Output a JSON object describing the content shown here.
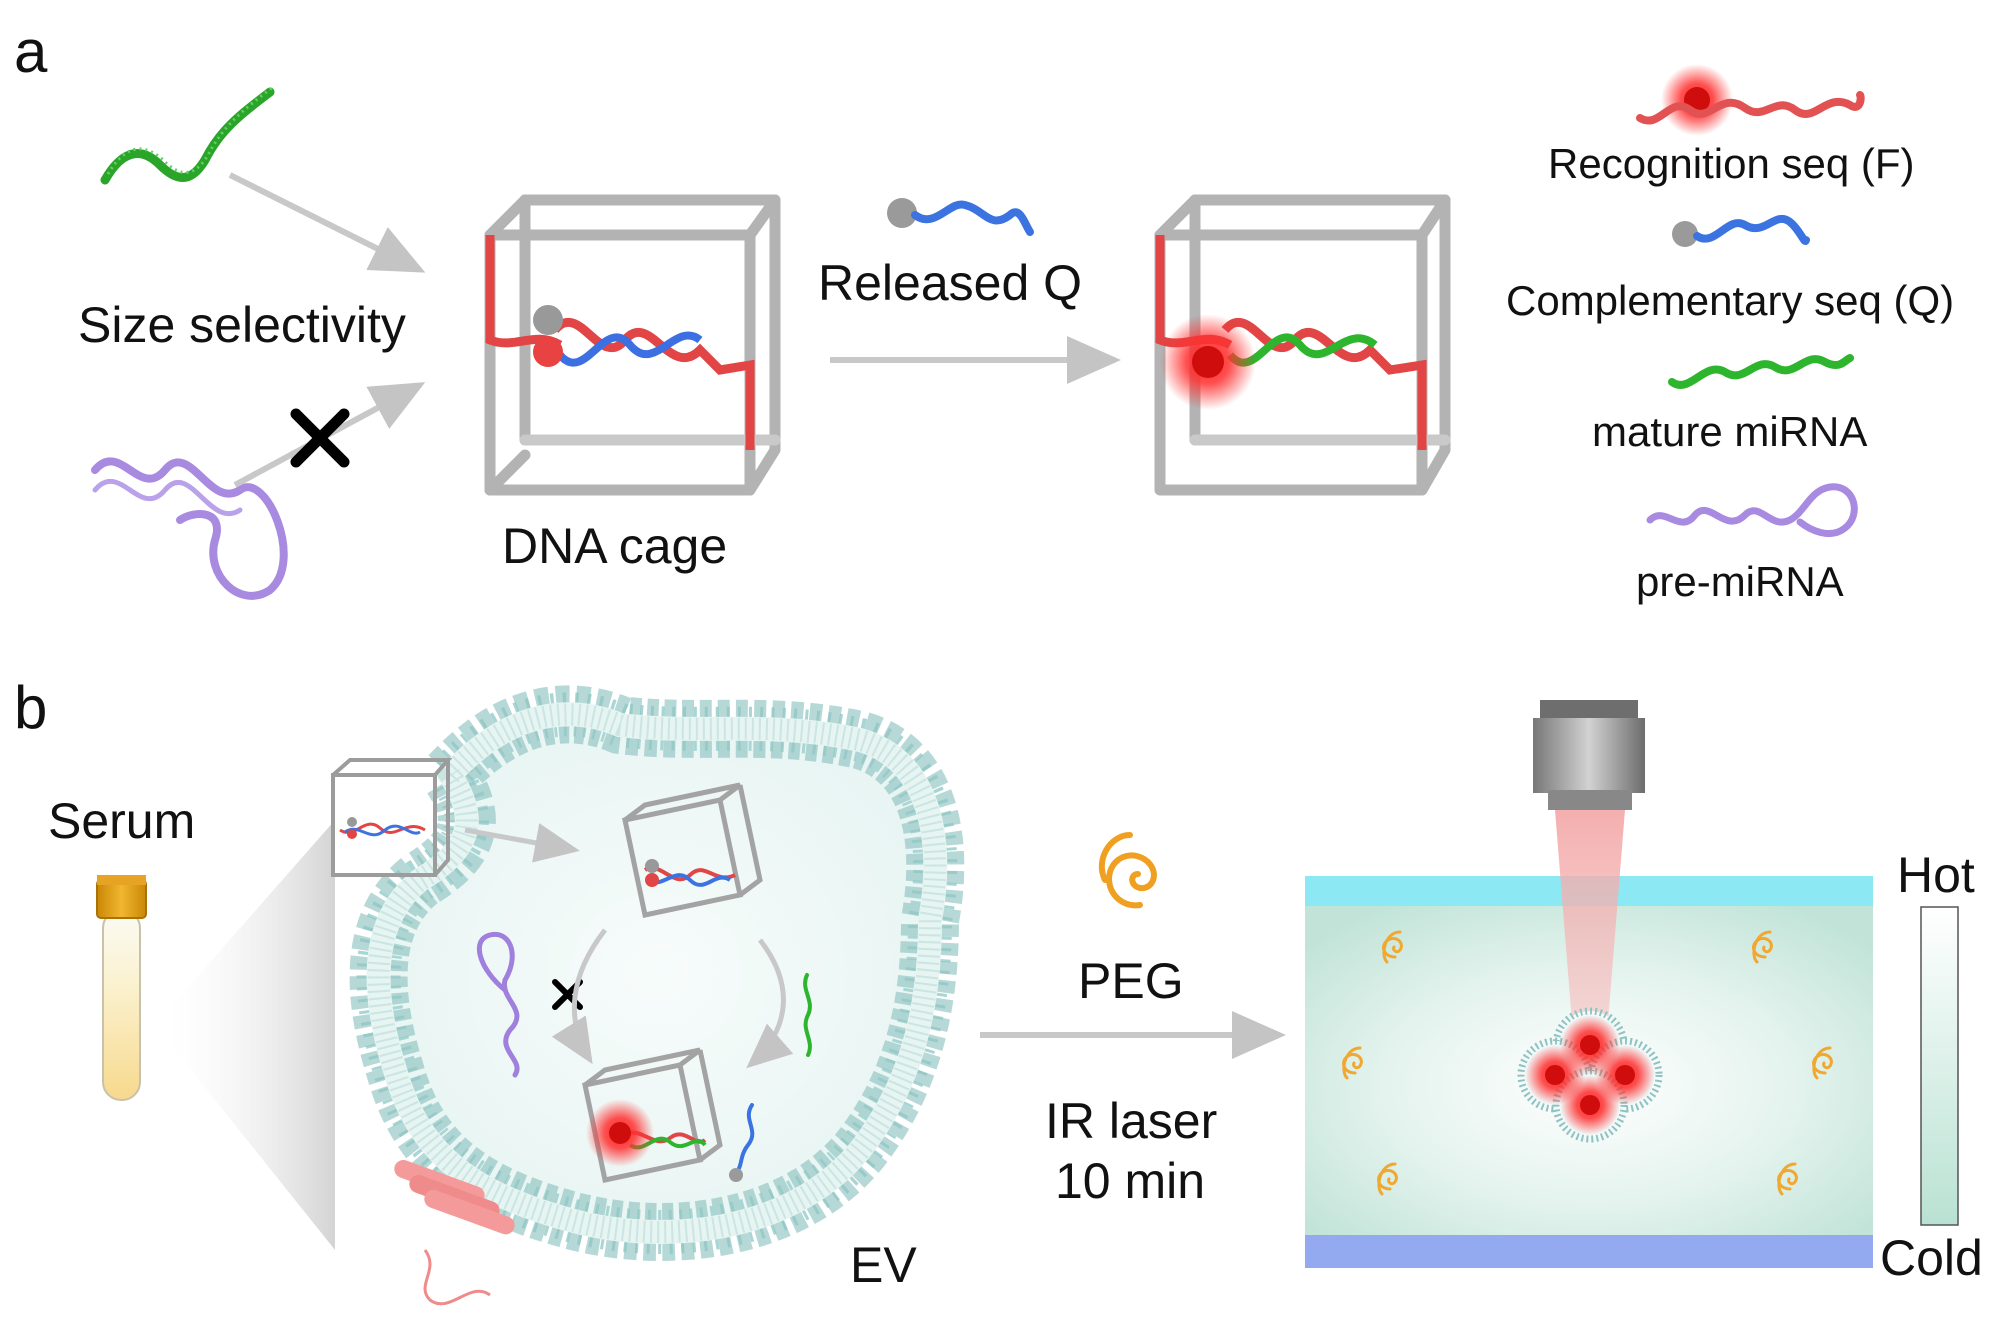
{
  "panels": {
    "a": {
      "letter": "a",
      "size_selectivity": "Size selectivity",
      "cage_label": "DNA cage",
      "released_label": "Released Q",
      "legend": [
        {
          "label": "Recognition seq (F)",
          "icon": "red-strand-with-fluorophore-icon",
          "color": "#e84a4a"
        },
        {
          "label": "Complementary seq (Q)",
          "icon": "blue-strand-with-quencher-icon",
          "color": "#3a73e0"
        },
        {
          "label": "mature miRNA",
          "icon": "green-strand-icon",
          "color": "#33b433"
        },
        {
          "label": "pre-miRNA",
          "icon": "purple-hairpin-icon",
          "color": "#a58be0"
        }
      ]
    },
    "b": {
      "letter": "b",
      "serum_label": "Serum",
      "ev_label": "EV",
      "peg_label": "PEG",
      "laser_line1": "IR laser",
      "laser_line2": "10 min",
      "hot_label": "Hot",
      "cold_label": "Cold"
    }
  },
  "colors": {
    "cage": "#a9a9a9",
    "fluorophore": "#ff1a1a",
    "membrane": "#9fcfce",
    "peg": "#f0a020",
    "top_plate": "#8ce8f2",
    "bottom_plate": "#94aaf0",
    "chamber": "#c6e6dc",
    "arrow": "#c8c8c8"
  }
}
